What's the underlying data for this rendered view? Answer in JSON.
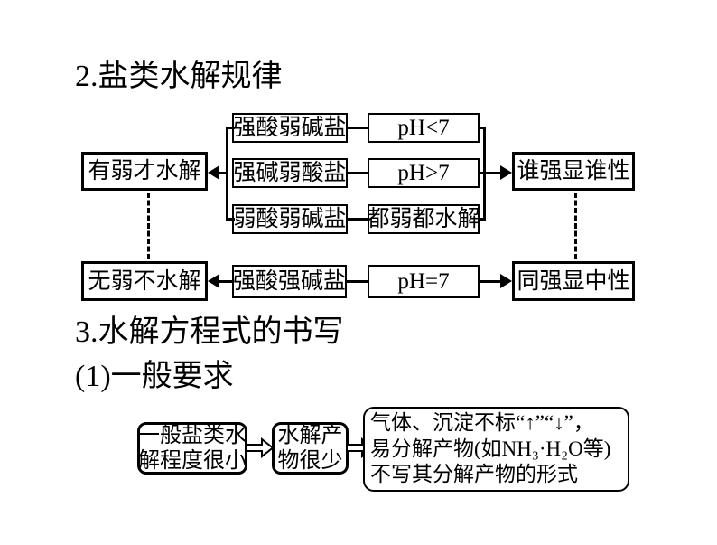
{
  "colors": {
    "text": "#000000",
    "border": "#000000",
    "background": "#ffffff"
  },
  "headings": {
    "section2": "2.盐类水解规律",
    "section3": "3.水解方程式的书写",
    "sub1": "(1)一般要求"
  },
  "hydrolysis_chart": {
    "left_top": "有弱才水解",
    "left_bottom": "无弱不水解",
    "right_top": "谁强显谁性",
    "right_bottom": "同强显中性",
    "rows": [
      {
        "salt": "强酸弱碱盐",
        "result": "pH<7"
      },
      {
        "salt": "强碱弱酸盐",
        "result": "pH>7"
      },
      {
        "salt": "弱酸弱碱盐",
        "result": "都弱都水解"
      }
    ],
    "bottom_row": {
      "salt": "强酸强碱盐",
      "result": "pH=7"
    }
  },
  "equation_chart": {
    "box1": {
      "line1": "一般盐类水",
      "line2": "解程度很小"
    },
    "box2": {
      "line1": "水解产",
      "line2": "物很少"
    },
    "box3": {
      "line1": "气体、沉淀不标“↑”“↓”，",
      "line2": "易分解产物(如NH₃·H₂O等)",
      "line3": "不写其分解产物的形式"
    }
  },
  "icons": {
    "flow_arrow": "hollow-block-arrow-right"
  }
}
